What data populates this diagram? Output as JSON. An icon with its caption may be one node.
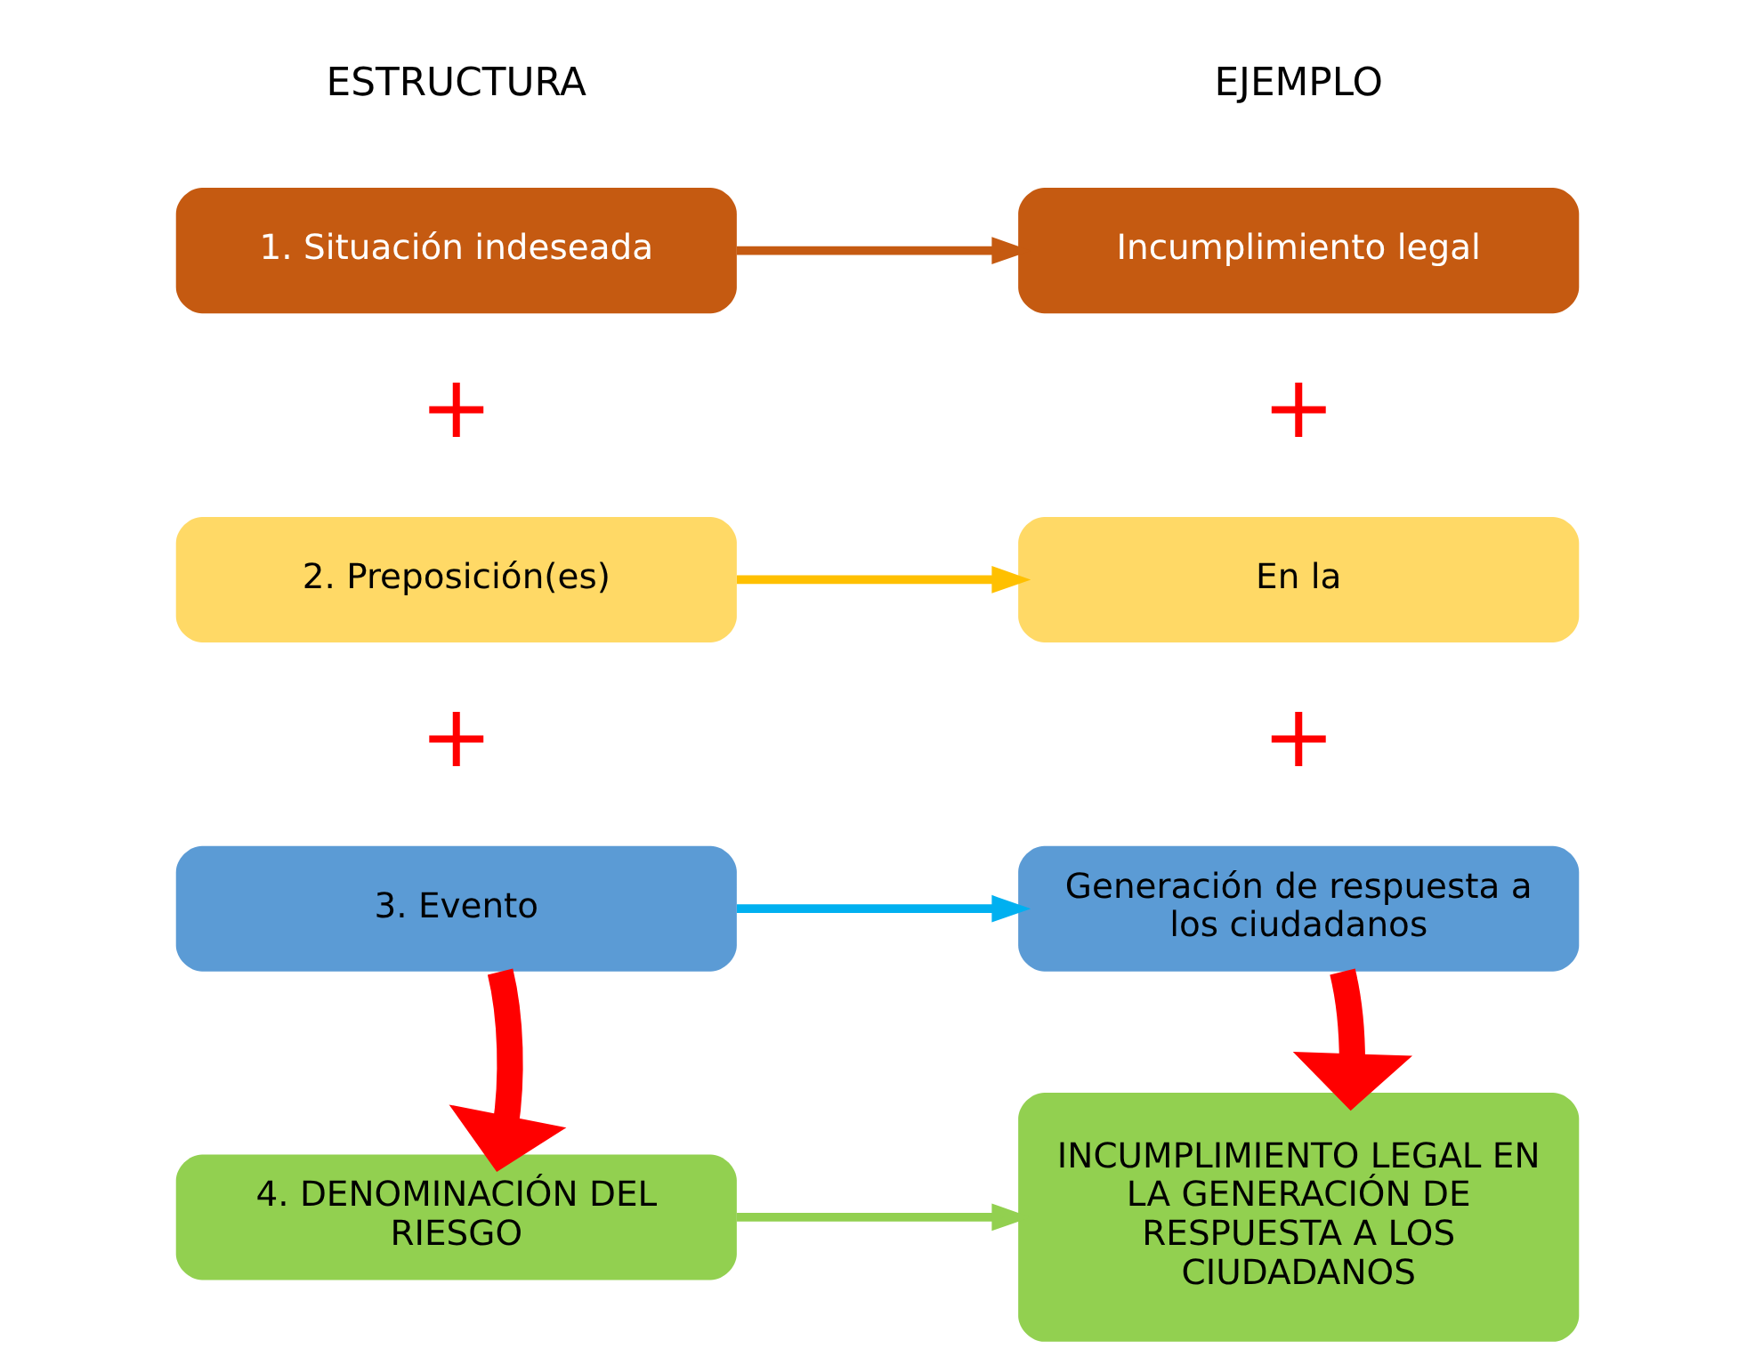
{
  "diagram": {
    "nodes": [
      {
        "text": [
          "1. Situación indeseada"
        ]
      },
      {
        "text": [
          "Incumplimiento legal"
        ]
      },
      {
        "text": [
          "2. Preposición(es)"
        ]
      },
      {
        "text": [
          "En la"
        ]
      },
      {
        "text": [
          "3. Evento"
        ]
      },
      {
        "text": [
          "Generación de respuesta a los ciudadanos"
        ]
      },
      {
        "text": [
          "4. DENOMINACIÓN DEL RIESGO"
        ]
      },
      {
        "text": [
          "INCUMPLIMIENTO LEGAL EN LA GENERACIÓN DE RESPUESTA A LOS CIUDADANOS"
        ]
      }
    ],
    "edges": [
      {
        "from": 0,
        "to": 1,
        "arrow": "to",
        "color": "#c55a11"
      },
      {
        "from": 2,
        "to": 3,
        "arrow": "to",
        "color": "#ffc000"
      },
      {
        "from": 4,
        "to": 5,
        "arrow": "to",
        "color": "#00b0f0"
      },
      {
        "from": 4,
        "to": 6,
        "arrow": "to",
        "style": "thick",
        "color": "#ff0000"
      },
      {
        "from": 5,
        "to": 7,
        "arrow": "to",
        "style": "thick",
        "color": "#ff0000"
      },
      {
        "from": 6,
        "to": 7,
        "arrow": "to",
        "color": "#92d050"
      }
    ],
    "labels": [
      "ESTRUCTURA",
      "EJEMPLO",
      "+",
      "+",
      "+",
      "+"
    ]
  }
}
